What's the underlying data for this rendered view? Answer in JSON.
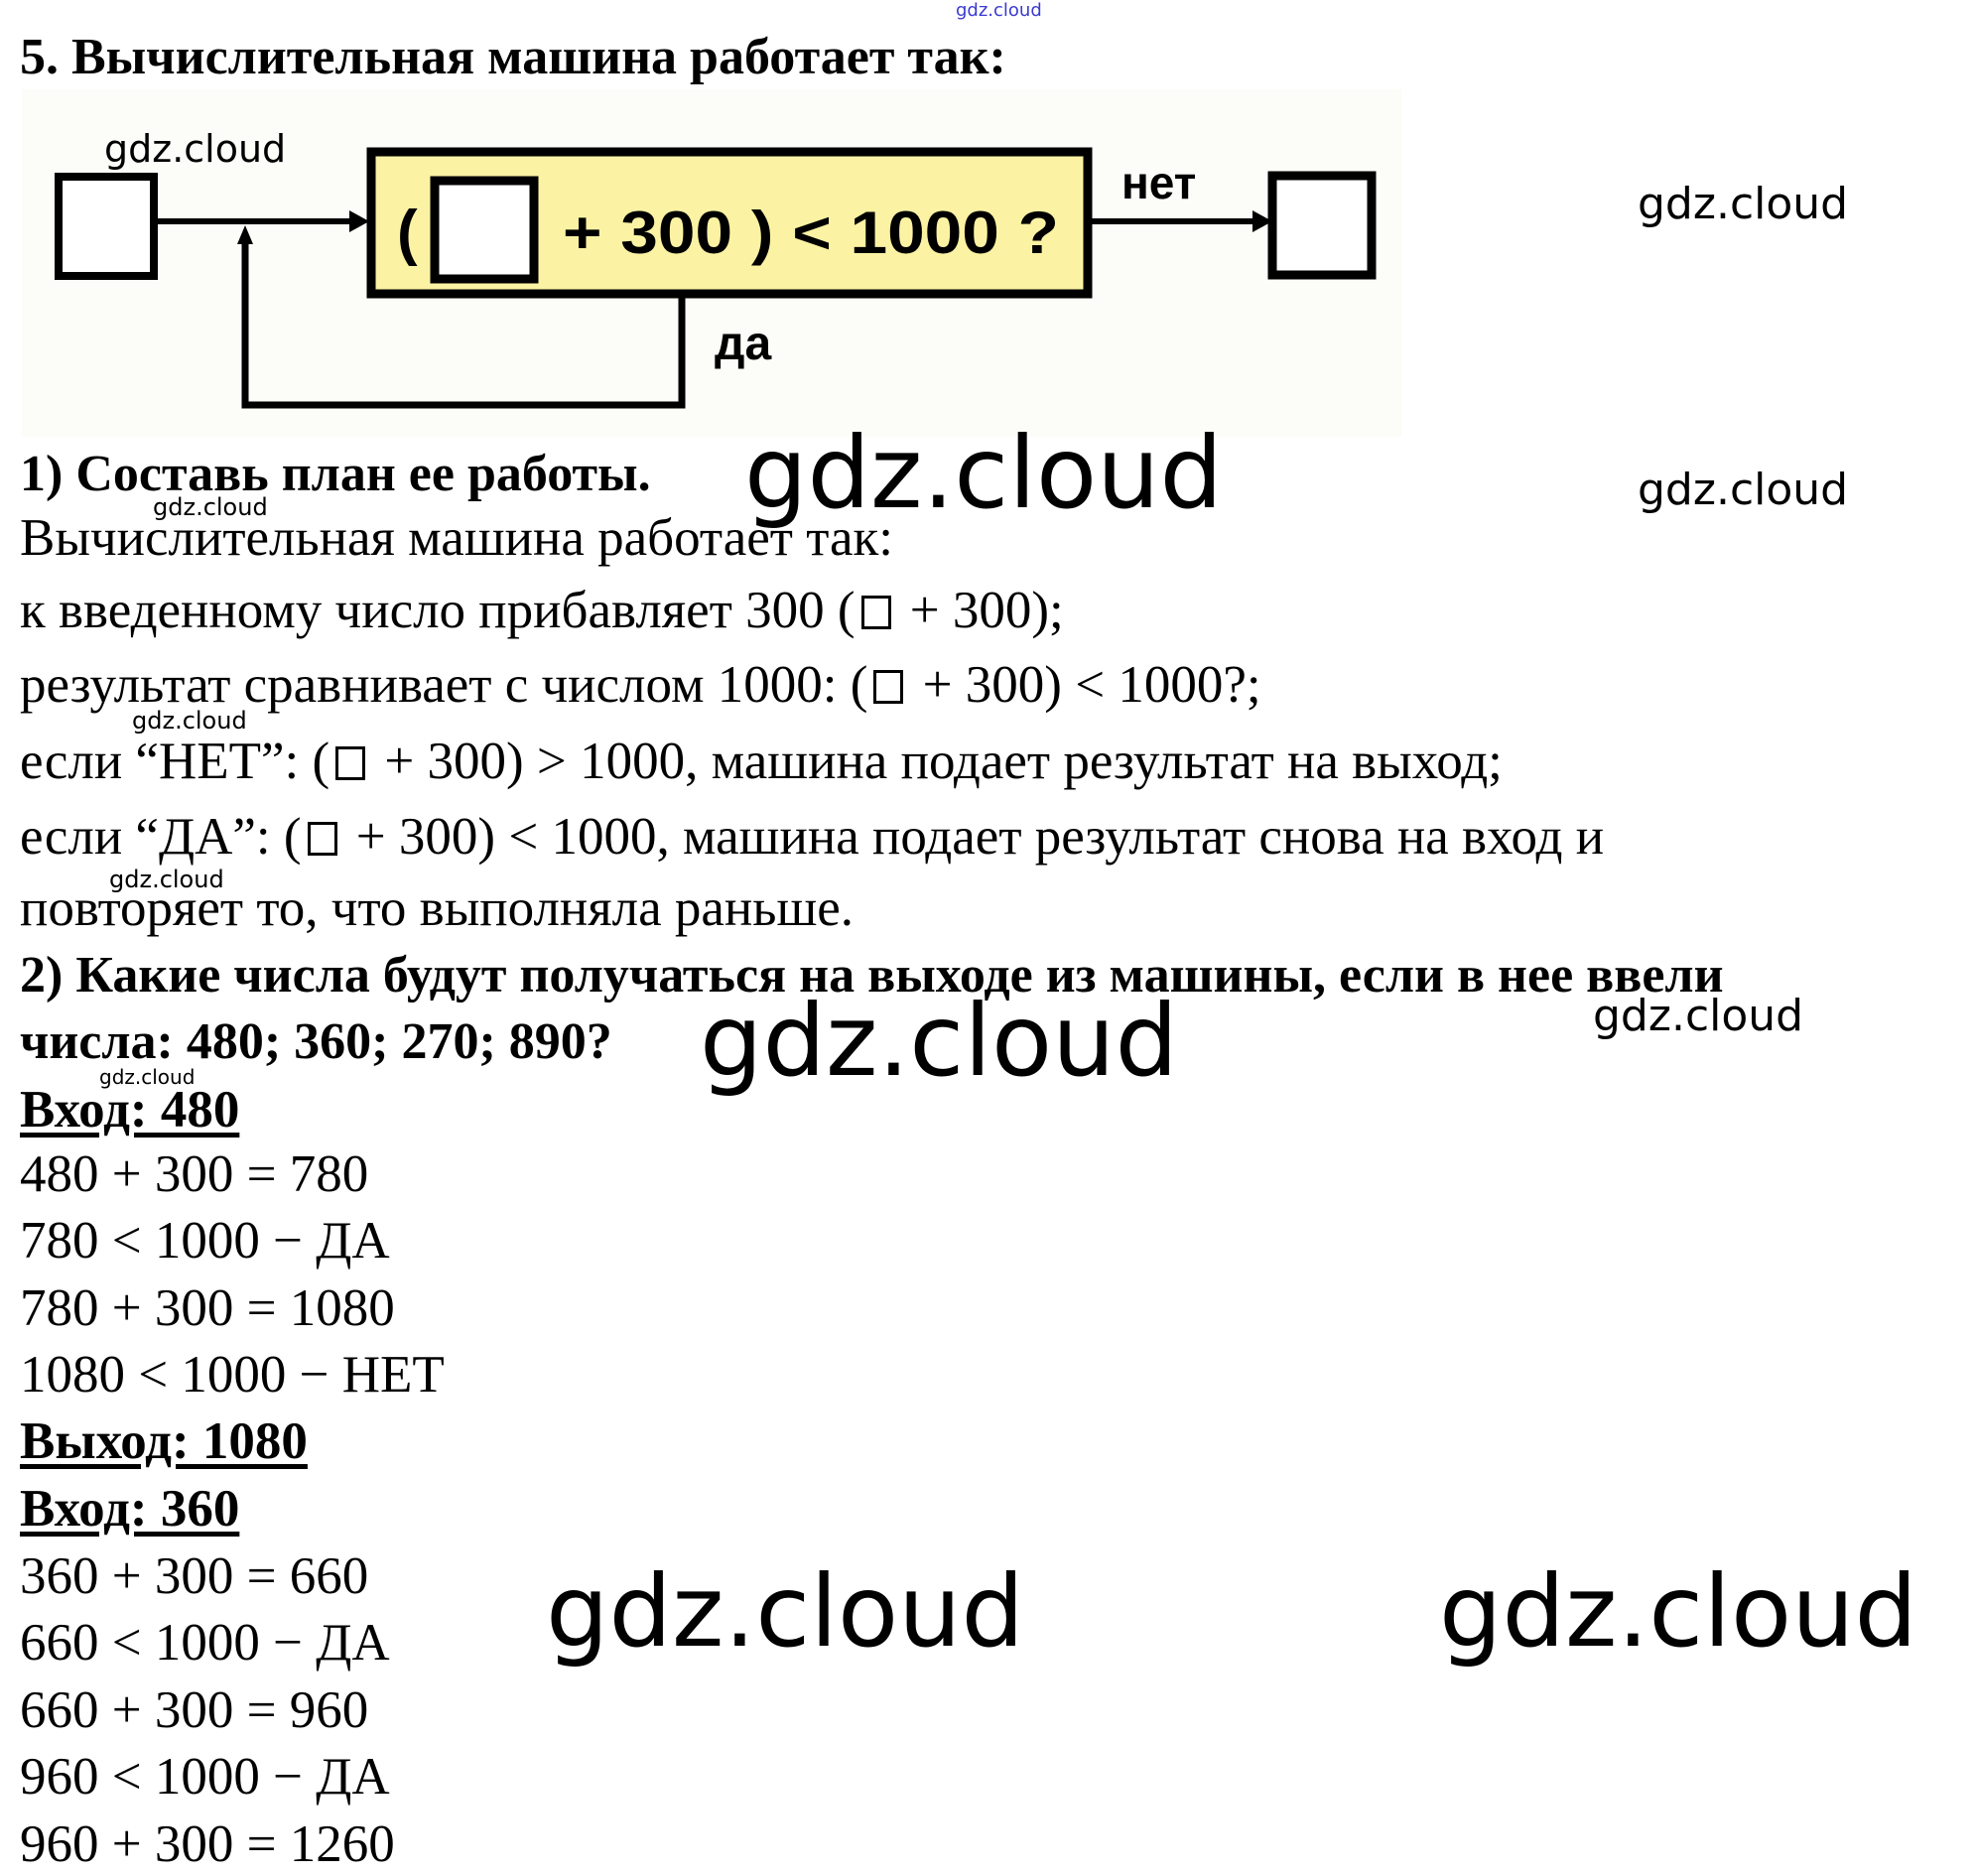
{
  "watermarks": {
    "top": "gdz.cloud",
    "text": "gdz.cloud"
  },
  "task": {
    "title": "5. Вычислительная машина работает так:"
  },
  "diagram": {
    "expression_open": "(",
    "expression_rest": "+ 300 ) < 1000 ?",
    "label_no": "нет",
    "label_yes": "да",
    "colors": {
      "box_fill": "#fbf3a3",
      "stroke": "#000000"
    }
  },
  "question1": {
    "title": "1) Составь план ее работы.",
    "lines": [
      {
        "before": "Вычислительная машина работает так:",
        "after": ""
      },
      {
        "before": "к введенному число прибавляет 300 (",
        "after": " + 300);"
      },
      {
        "before": "результат сравнивает с числом 1000: (",
        "after": " + 300) < 1000?;"
      },
      {
        "before": "если “НЕТ”: (",
        "after": " + 300) > 1000, машина подает результат на выход;"
      },
      {
        "before": "если “ДА”: (",
        "after": " + 300) < 1000, машина подает результат снова на вход и"
      },
      {
        "before": "повторяет то, что выполняла раньше.",
        "after": ""
      }
    ]
  },
  "question2": {
    "title_line1": "2) Какие числа будут получаться на выходе из машины, если в нее ввели",
    "title_line2": "числа: 480; 360; 270; 890?"
  },
  "solutions": [
    {
      "input_label": "Вход: 480",
      "steps": [
        "480 + 300 = 780",
        "780 < 1000 − ДА",
        "780 + 300 = 1080",
        "1080 < 1000 − НЕТ"
      ],
      "output_label": "Выход: 1080"
    },
    {
      "input_label": "Вход: 360",
      "steps": [
        "360 + 300 = 660",
        "660 < 1000 − ДА",
        "660 + 300 = 960",
        "960 < 1000 − ДА",
        "960 + 300 = 1260"
      ]
    }
  ]
}
